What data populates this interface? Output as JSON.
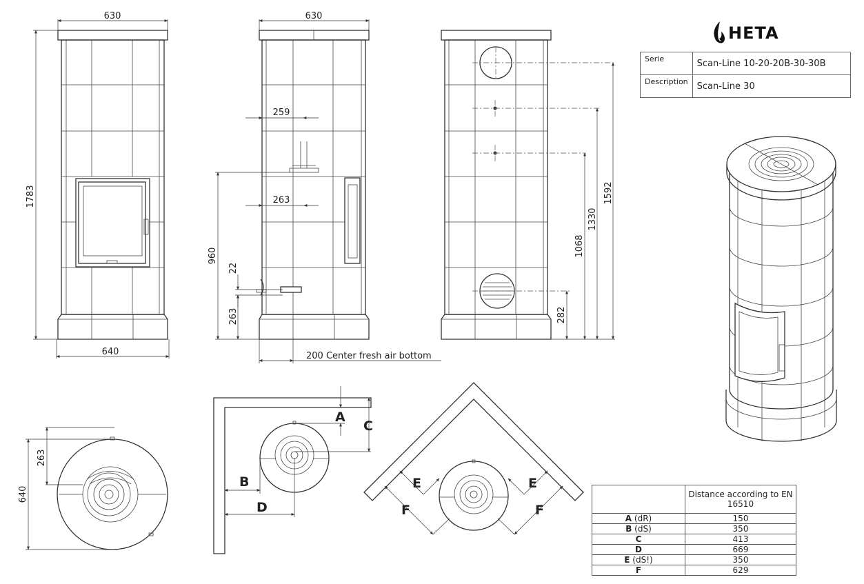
{
  "brand": {
    "name": "HETA",
    "logo_icon": "flame-icon"
  },
  "info_table": [
    {
      "key": "Serie",
      "value": "Scan-Line 10-20-20B-30-30B"
    },
    {
      "key": "Description",
      "value": "Scan-Line 30"
    }
  ],
  "front_view": {
    "width_top": "630",
    "width_bottom": "640",
    "height": "1783"
  },
  "side_view": {
    "width_top": "630",
    "dim_259": "259",
    "dim_263_upper": "263",
    "dim_960": "960",
    "dim_22": "22",
    "dim_263_lower": "263",
    "fresh_air_note": "200 Center fresh air bottom"
  },
  "back_view": {
    "dim_282": "282",
    "dim_1068": "1068",
    "dim_1330": "1330",
    "dim_1592": "1592"
  },
  "top_view": {
    "dim_263": "263",
    "dim_640": "640"
  },
  "clearance_labels": {
    "A": "A",
    "B": "B",
    "C": "C",
    "D": "D",
    "E": "E",
    "F": "F"
  },
  "distance_table": {
    "header": "Distance according to EN 16510",
    "rows": [
      {
        "code": "A",
        "note": " (dR)",
        "value": "150"
      },
      {
        "code": "B",
        "note": " (dS)",
        "value": "350"
      },
      {
        "code": "C",
        "note": "",
        "value": "413"
      },
      {
        "code": "D",
        "note": "",
        "value": "669"
      },
      {
        "code": "E",
        "note": " (dS!)",
        "value": "350"
      },
      {
        "code": "F",
        "note": "",
        "value": "629"
      }
    ]
  }
}
